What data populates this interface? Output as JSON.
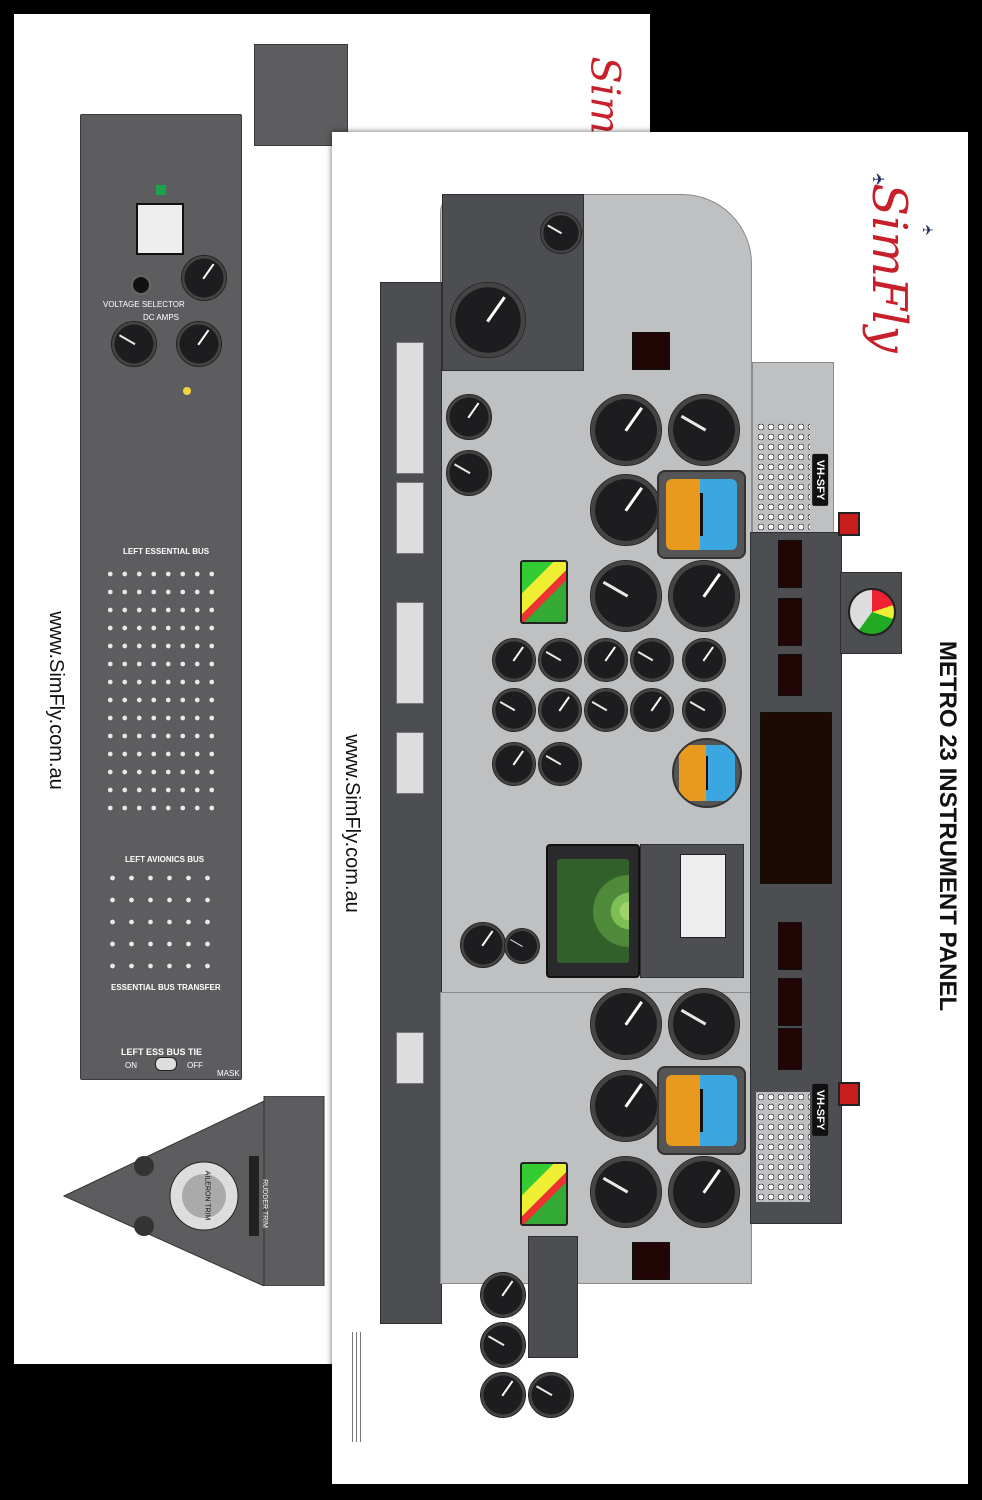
{
  "brand": {
    "logo": "SimFly",
    "website": "www.SimFly.com.au"
  },
  "front_sheet": {
    "title": "METRO 23 INSTRUMENT PANEL",
    "registration_tags": [
      "VH-SFY",
      "VH-SFY"
    ]
  },
  "back_sheet": {
    "section_labels": {
      "voltage_selector": "VOLTAGE SELECTOR",
      "dc_amps": "DC AMPS",
      "left_essential_bus": "LEFT ESSENTIAL BUS",
      "left_avionics_bus": "LEFT AVIONICS BUS",
      "essential_bus_transfer": "ESSENTIAL BUS TRANSFER",
      "left_ess_bus_tie": "LEFT ESS BUS TIE",
      "on": "ON",
      "off": "OFF",
      "mask": "MASK",
      "rudder_trim": "RUDDER TRIM",
      "aileron_trim": "AILERON TRIM"
    }
  },
  "colors": {
    "panel_dark": "#5d5d60",
    "panel_light": "#bfc0c2",
    "logo_red": "#c8202a",
    "logo_navy": "#1c2a5c",
    "adi_sky": "#3aa7e0",
    "adi_ground": "#e89a1e"
  }
}
